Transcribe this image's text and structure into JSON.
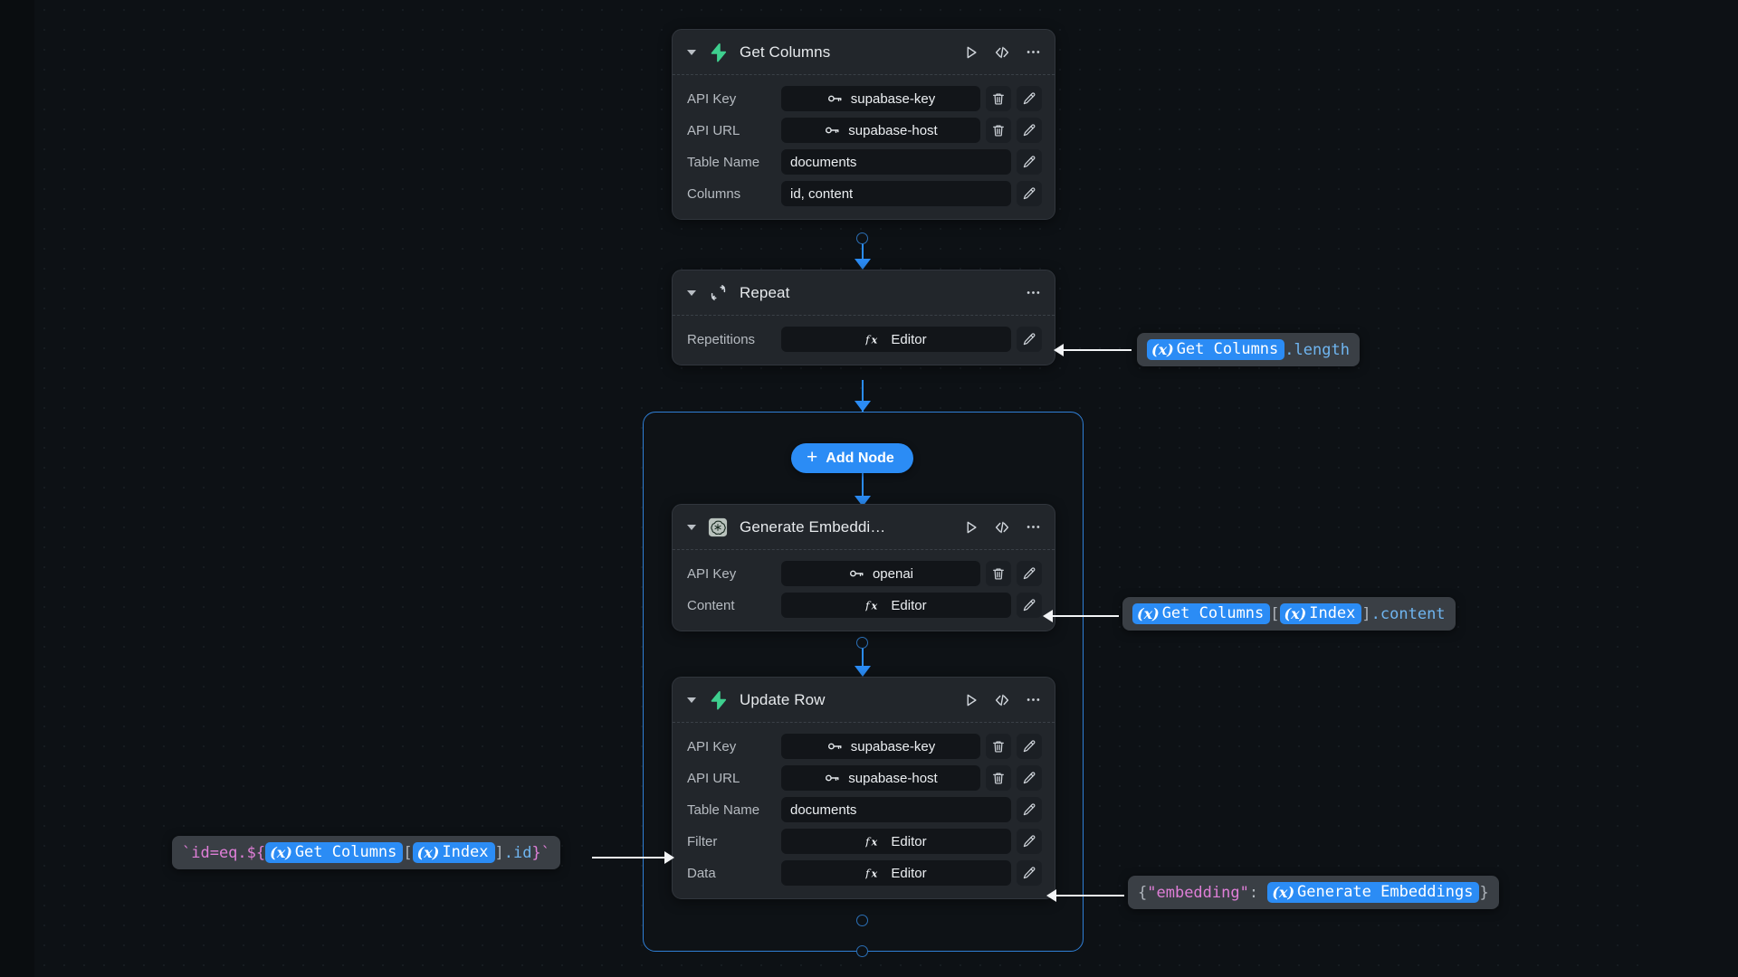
{
  "canvas": {
    "background": "#0d1115",
    "accent": "#2b8cf5",
    "supabase_green": "#3ecf8e"
  },
  "add_node_button": {
    "label": "Add Node",
    "icon": "plus-icon"
  },
  "nodes": [
    {
      "id": "get-columns",
      "title": "Get Columns",
      "icon": "supabase-icon",
      "actions": [
        "run-icon",
        "code-icon",
        "more-icon"
      ],
      "fields": [
        {
          "label": "API Key",
          "value": "supabase-key",
          "type": "secret",
          "icon": "key-icon",
          "has_delete": true,
          "has_edit": true
        },
        {
          "label": "API URL",
          "value": "supabase-host",
          "type": "secret",
          "icon": "key-icon",
          "has_delete": true,
          "has_edit": true
        },
        {
          "label": "Table Name",
          "value": "documents",
          "type": "text",
          "icon": "",
          "has_delete": false,
          "has_edit": true
        },
        {
          "label": "Columns",
          "value": "id, content",
          "type": "text",
          "icon": "",
          "has_delete": false,
          "has_edit": true
        }
      ]
    },
    {
      "id": "repeat",
      "title": "Repeat",
      "icon": "repeat-icon",
      "actions": [
        "more-icon"
      ],
      "fields": [
        {
          "label": "Repetitions",
          "value": "Editor",
          "type": "editor",
          "icon": "fx-icon",
          "has_delete": false,
          "has_edit": true
        }
      ]
    },
    {
      "id": "generate-embeddings",
      "title": "Generate Embeddi…",
      "icon": "openai-icon",
      "actions": [
        "run-icon",
        "code-icon",
        "more-icon"
      ],
      "fields": [
        {
          "label": "API Key",
          "value": "openai",
          "type": "secret",
          "icon": "key-icon",
          "has_delete": true,
          "has_edit": true
        },
        {
          "label": "Content",
          "value": "Editor",
          "type": "editor",
          "icon": "fx-icon",
          "has_delete": false,
          "has_edit": true
        }
      ]
    },
    {
      "id": "update-row",
      "title": "Update Row",
      "icon": "supabase-icon",
      "actions": [
        "run-icon",
        "code-icon",
        "more-icon"
      ],
      "fields": [
        {
          "label": "API Key",
          "value": "supabase-key",
          "type": "secret",
          "icon": "key-icon",
          "has_delete": true,
          "has_edit": true
        },
        {
          "label": "API URL",
          "value": "supabase-host",
          "type": "secret",
          "icon": "key-icon",
          "has_delete": true,
          "has_edit": true
        },
        {
          "label": "Table Name",
          "value": "documents",
          "type": "text",
          "icon": "",
          "has_delete": false,
          "has_edit": true
        },
        {
          "label": "Filter",
          "value": "Editor",
          "type": "editor",
          "icon": "fx-icon",
          "has_delete": false,
          "has_edit": true
        },
        {
          "label": "Data",
          "value": "Editor",
          "type": "editor",
          "icon": "fx-icon",
          "has_delete": false,
          "has_edit": true
        }
      ]
    }
  ],
  "expressions": {
    "repetitions": {
      "for_field": "Repetitions",
      "tokens": [
        {
          "kind": "pill",
          "text": "Get Columns"
        },
        {
          "kind": "blue",
          "text": ".length"
        }
      ]
    },
    "content": {
      "for_field": "Content",
      "tokens": [
        {
          "kind": "pill",
          "text": "Get Columns"
        },
        {
          "kind": "gray",
          "text": "["
        },
        {
          "kind": "pill",
          "text": "Index"
        },
        {
          "kind": "gray",
          "text": "]"
        },
        {
          "kind": "blue",
          "text": ".content"
        }
      ]
    },
    "filter": {
      "for_field": "Filter",
      "tokens": [
        {
          "kind": "pink",
          "text": "`id=eq.${"
        },
        {
          "kind": "pill",
          "text": "Get Columns"
        },
        {
          "kind": "gray",
          "text": "["
        },
        {
          "kind": "pill",
          "text": "Index"
        },
        {
          "kind": "gray",
          "text": "]"
        },
        {
          "kind": "blue",
          "text": ".id"
        },
        {
          "kind": "pink",
          "text": "}`"
        }
      ]
    },
    "data": {
      "for_field": "Data",
      "tokens": [
        {
          "kind": "gray",
          "text": "{"
        },
        {
          "kind": "pink",
          "text": "\"embedding\""
        },
        {
          "kind": "gray",
          "text": ": "
        },
        {
          "kind": "pill",
          "text": "Generate Embeddings"
        },
        {
          "kind": "gray",
          "text": "}"
        }
      ]
    }
  }
}
